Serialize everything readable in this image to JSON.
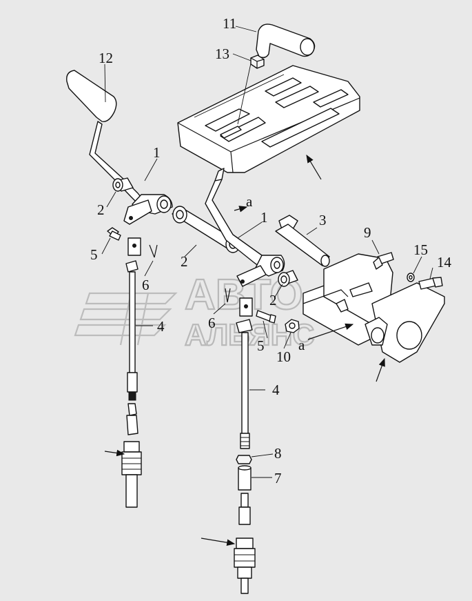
{
  "labels": {
    "l1a": "1",
    "l1b": "1",
    "l2a": "2",
    "l2b": "2",
    "l2c": "2",
    "l3": "3",
    "l4a": "4",
    "l4b": "4",
    "l5a": "5",
    "l5b": "5",
    "l6a": "6",
    "l6b": "6",
    "l7": "7",
    "l8": "8",
    "l9": "9",
    "l10": "10",
    "l11": "11",
    "l12": "12",
    "l13": "13",
    "l14": "14",
    "l15": "15",
    "la1": "a",
    "la2": "a"
  },
  "watermark": {
    "line1": "АВТО",
    "line2": "АЛЬЯНС"
  },
  "colors": {
    "background": "#e9e9e9",
    "ink": "#111111",
    "watermark": "#bcbcbc"
  }
}
